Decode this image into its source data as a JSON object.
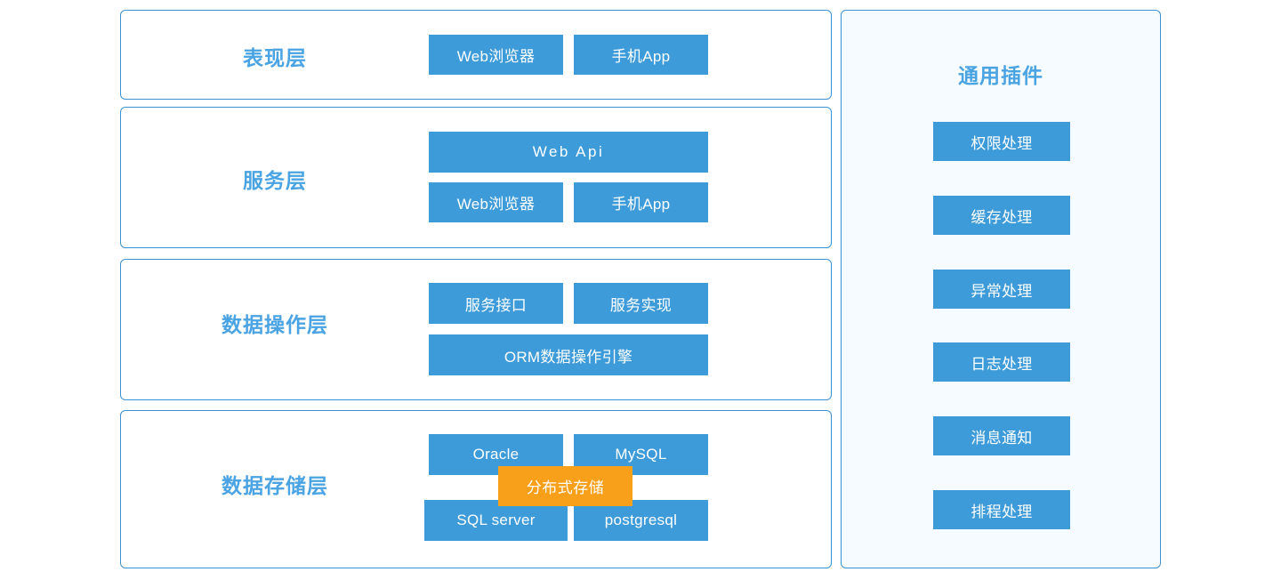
{
  "theme": {
    "page_background": "#ffffff",
    "panel_border": "#3d91d1",
    "panel_background": "#ffffff",
    "plugin_panel_background": "#f5fbfe",
    "node_blue": "#3d9bd9",
    "node_orange": "#f9a01b",
    "layer_title_color": "#4aa3e2",
    "node_text_color": "#ffffff"
  },
  "layers": [
    {
      "id": "presentation",
      "title": "表现层",
      "nodes": [
        {
          "label": "Web浏览器"
        },
        {
          "label": "手机App"
        }
      ]
    },
    {
      "id": "service",
      "title": "服务层",
      "nodes": [
        {
          "label": "Web Api"
        },
        {
          "label": "Web浏览器"
        },
        {
          "label": "手机App"
        }
      ]
    },
    {
      "id": "data-operation",
      "title": "数据操作层",
      "nodes": [
        {
          "label": "服务接口"
        },
        {
          "label": "服务实现"
        },
        {
          "label": "ORM数据操作引擎"
        }
      ]
    },
    {
      "id": "data-storage",
      "title": "数据存储层",
      "nodes": [
        {
          "label": "Oracle"
        },
        {
          "label": "MySQL"
        },
        {
          "label": "SQL server"
        },
        {
          "label": "postgresql"
        }
      ],
      "overlay": {
        "label": "分布式存储"
      }
    }
  ],
  "plugins": {
    "title": "通用插件",
    "items": [
      {
        "label": "权限处理"
      },
      {
        "label": "缓存处理"
      },
      {
        "label": "异常处理"
      },
      {
        "label": "日志处理"
      },
      {
        "label": "消息通知"
      },
      {
        "label": "排程处理"
      }
    ]
  }
}
